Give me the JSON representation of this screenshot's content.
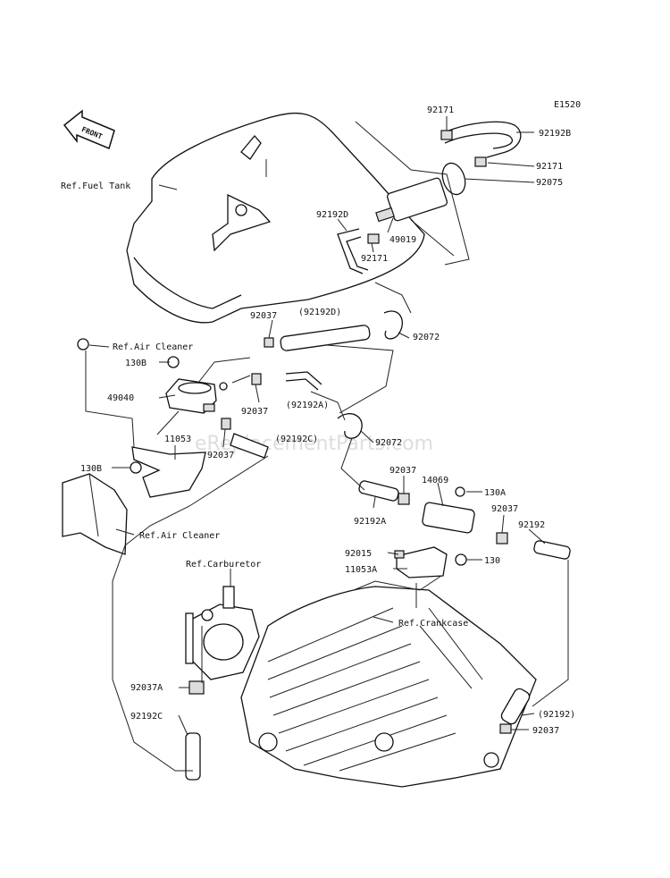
{
  "diagram_code": "E1520",
  "front_label": "FRONT",
  "watermark": "eReplacementParts.com",
  "labels": {
    "l92171a": "92171",
    "l92192b": "92192B",
    "l92171b": "92171",
    "l92075": "92075",
    "reffuel": "Ref.Fuel Tank",
    "l92192d": "92192D",
    "l49019": "49019",
    "l92171c": "92171",
    "l92037a": "92037",
    "l92192dp": "(92192D)",
    "l92072a": "92072",
    "refair1": "Ref.Air Cleaner",
    "l130b1": "130B",
    "l49040": "49040",
    "l92037b": "92037",
    "l92192ap": "(92192A)",
    "l11053": "11053",
    "l92192cp": "(92192C)",
    "l92072b": "92072",
    "l92037c": "92037",
    "l130b2": "130B",
    "l92037d": "92037",
    "l14069": "14069",
    "l130a": "130A",
    "l92192a": "92192A",
    "l92037e": "92037",
    "l92192": "92192",
    "refair2": "Ref.Air Cleaner",
    "l92015": "92015",
    "l130": "130",
    "l11053a": "11053A",
    "refcarb": "Ref.Carburetor",
    "refcrank": "Ref.Crankcase",
    "l92037a2": "92037A",
    "l92192c": "92192C",
    "l92192p": "(92192)",
    "l92037f": "92037"
  }
}
